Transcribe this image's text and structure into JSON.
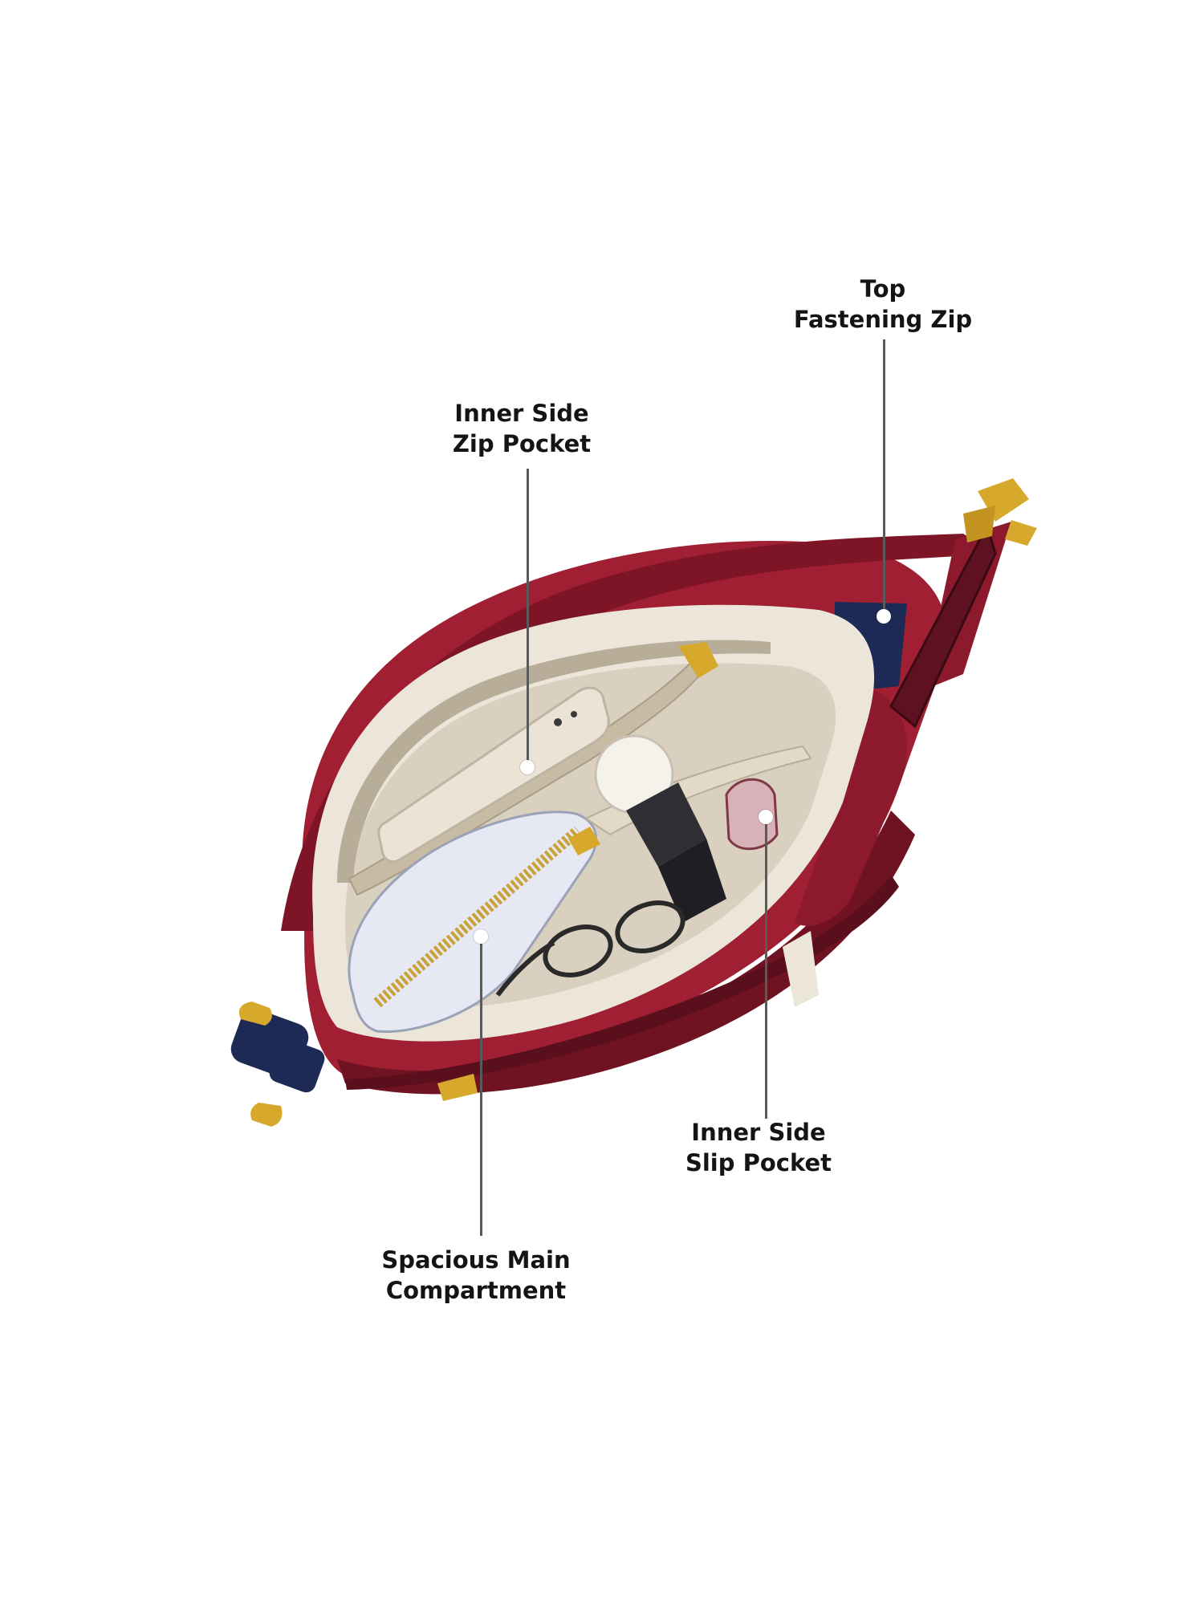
{
  "callouts": [
    {
      "id": "top-fastening-zip",
      "lines": [
        "Top",
        "Fastening Zip"
      ]
    },
    {
      "id": "inner-side-zip-pocket",
      "lines": [
        "Inner Side",
        "Zip Pocket"
      ]
    },
    {
      "id": "inner-side-slip-pocket",
      "lines": [
        "Inner Side",
        "Slip Pocket"
      ]
    },
    {
      "id": "spacious-main-compartment",
      "lines": [
        "Spacious Main",
        "Compartment"
      ]
    }
  ],
  "colors": {
    "body": "#a01f32",
    "body_dark": "#6f1221",
    "lining": "#ece6da",
    "strap": "#1d2a55",
    "hardware": "#d6a92c"
  }
}
